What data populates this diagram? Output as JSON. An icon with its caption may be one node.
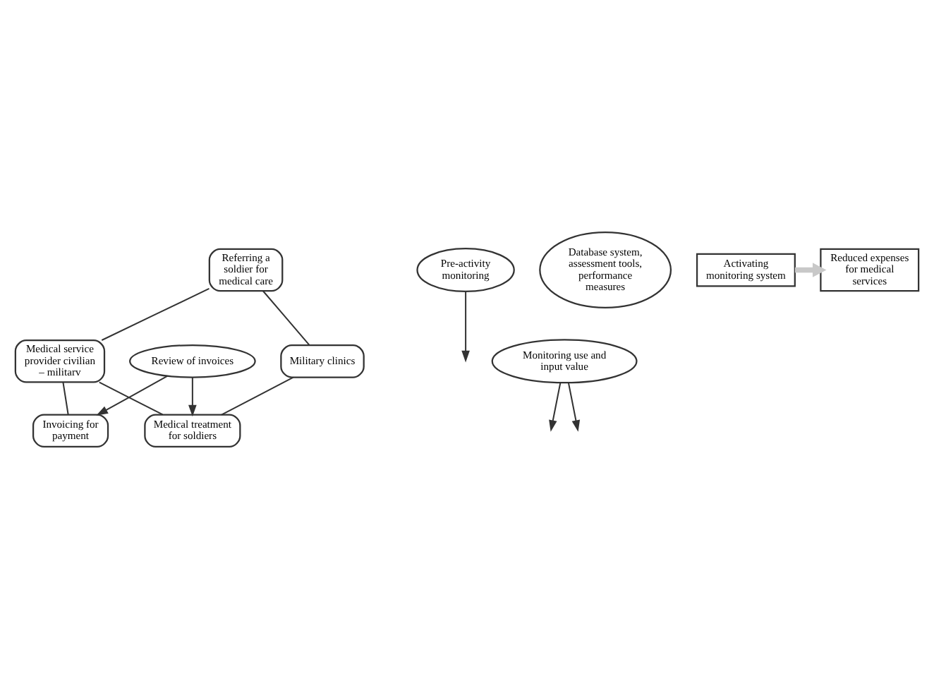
{
  "diagram": {
    "nodes": [
      {
        "text": [
          "Referring a soldier for medical care"
        ]
      },
      {
        "text": [
          "Pre-activity monitoring"
        ]
      },
      {
        "text": [
          "Database system, assessment tools, performance measures"
        ]
      },
      {
        "text": [
          "Military clinics"
        ]
      },
      {
        "text": [
          "Monitoring use and input value"
        ]
      },
      {
        "text": [
          "Medical service provider civilian – militarv"
        ]
      },
      {
        "text": [
          "Medical treatment for soldiers"
        ]
      },
      {
        "text": [
          "Invoicing for payment"
        ]
      },
      {
        "text": [
          "Review of invoices"
        ]
      },
      {
        "text": [
          "Reduced expenses for medical services"
        ]
      },
      {
        "text": [
          "Activating monitoring system"
        ]
      }
    ],
    "edges": [
      {
        "from": 0,
        "to": 3,
        "arrow": "none"
      },
      {
        "from": 0,
        "to": 5,
        "arrow": "none"
      },
      {
        "from": 1,
        "to": null,
        "arrow": "to"
      },
      {
        "from": 4,
        "to": null,
        "arrow": "to"
      },
      {
        "from": 4,
        "to": null,
        "arrow": "to"
      },
      {
        "from": 5,
        "to": 6,
        "arrow": "none"
      },
      {
        "from": 5,
        "to": 7,
        "arrow": "none"
      },
      {
        "from": 3,
        "to": 6,
        "arrow": "none"
      },
      {
        "from": 8,
        "to": 6,
        "arrow": "to"
      },
      {
        "from": 8,
        "to": 7,
        "arrow": "to"
      },
      {
        "from": 10,
        "to": 9,
        "arrow": "to",
        "style": "thick",
        "color": "#c8c8c8"
      }
    ]
  }
}
